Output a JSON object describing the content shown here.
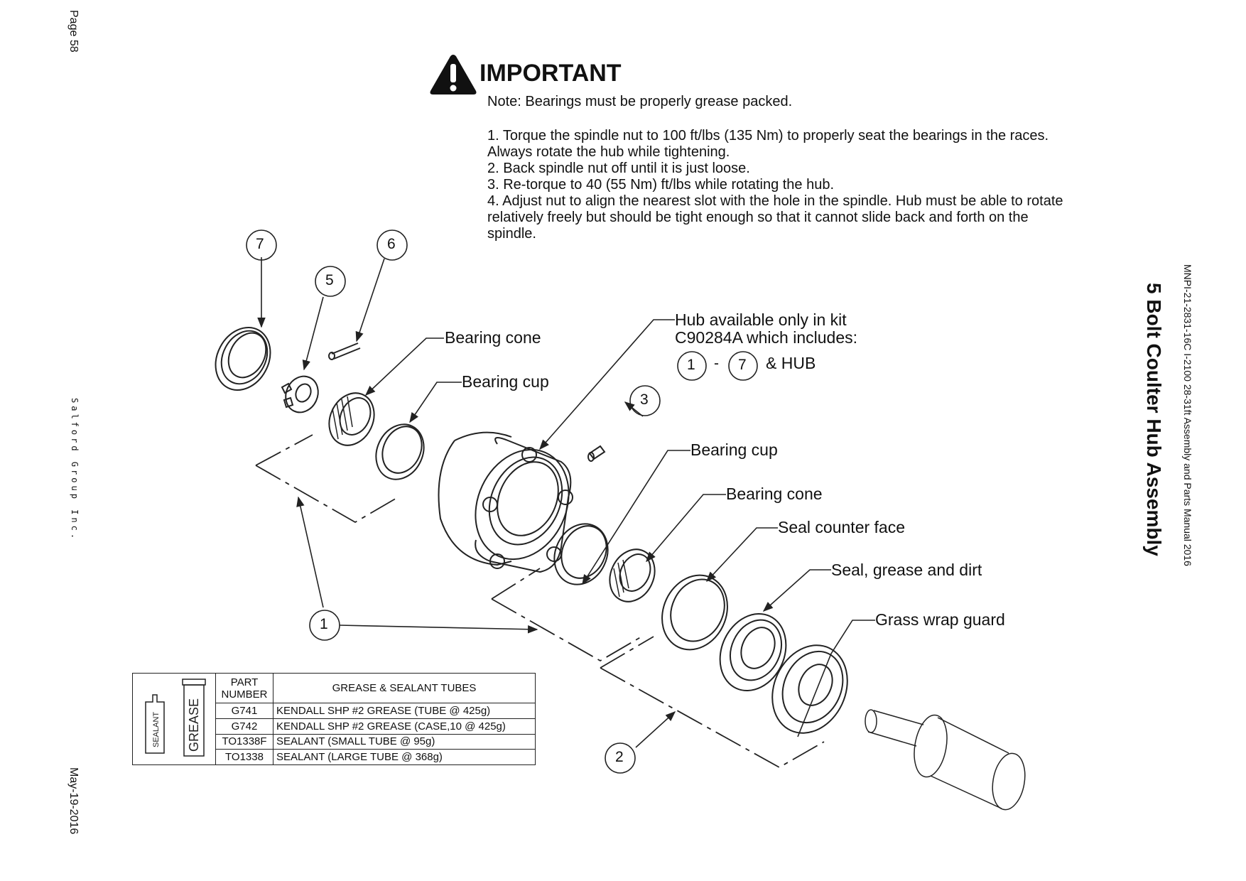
{
  "page": {
    "page_number": "Page 58",
    "company": "Salford Group Inc.",
    "date": "May-19-2016",
    "doc_ref": "MNPI-21-2831-16C   I-2100 28-31ft Assembly and Parts Manual 2016",
    "section_title": "5 Bolt Coulter Hub Assembly"
  },
  "important": {
    "icon": "warning-triangle-icon",
    "title": "IMPORTANT",
    "note": "Note: Bearings must be properly grease packed.",
    "steps": [
      "1. Torque the spindle nut to 100 ft/lbs (135 Nm) to properly seat the bearings in the races. Always rotate the hub while tightening.",
      "2. Back spindle nut off until it is just loose.",
      "3. Re-torque to 40 (55 Nm) ft/lbs while rotating the hub.",
      "4. Adjust nut to align the nearest slot with the hole in the spindle. Hub must be able to rotate relatively freely but should be tight enough so that it cannot slide back and forth on the spindle."
    ]
  },
  "callouts": {
    "bearing_cone_top": "Bearing cone",
    "bearing_cup_top": "Bearing cup",
    "hub_kit_line1": "Hub available only in kit",
    "hub_kit_line2": "C90284A which includes:",
    "kit_range_start": "1",
    "kit_range_dash": "-",
    "kit_range_end": "7",
    "kit_suffix": "& HUB",
    "bearing_cup_bottom": "Bearing cup",
    "bearing_cone_bottom": "Bearing cone",
    "seal_counter_face": "Seal counter face",
    "seal_grease_dirt": "Seal, grease and dirt",
    "grass_wrap_guard": "Grass wrap guard"
  },
  "balloons": {
    "b1": "1",
    "b2": "2",
    "b3": "3",
    "b5": "5",
    "b6": "6",
    "b7": "7"
  },
  "grease_table": {
    "icons": {
      "sealant_label": "SEALANT",
      "grease_label": "GREASE"
    },
    "header_part": "PART NUMBER",
    "header_desc": "GREASE & SEALANT TUBES",
    "rows": [
      {
        "part": "G741",
        "desc": "KENDALL SHP #2 GREASE (TUBE @  425g)"
      },
      {
        "part": "G742",
        "desc": "KENDALL SHP #2 GREASE (CASE,10 @  425g)"
      },
      {
        "part": "TO1338F",
        "desc": "SEALANT (SMALL TUBE @  95g)"
      },
      {
        "part": "TO1338",
        "desc": "SEALANT (LARGE TUBE @  368g)"
      }
    ]
  }
}
